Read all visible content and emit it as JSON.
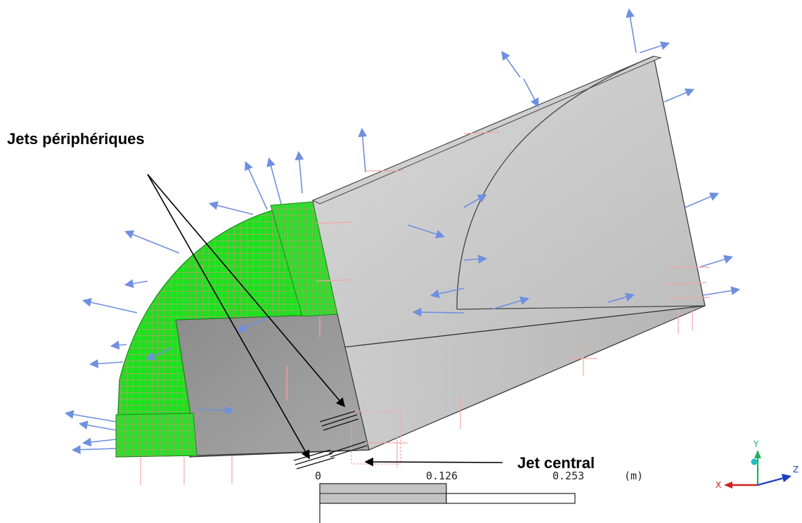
{
  "labels": {
    "peripheral_jets": "Jets  périphériques",
    "central_jet": "Jet central"
  },
  "scale_bar": {
    "ticks": [
      "0",
      "0.126",
      "0.253"
    ],
    "unit": "(m)"
  },
  "triad": {
    "x": "X",
    "y": "Y",
    "z": "Z"
  },
  "colors": {
    "mesh_face": "#00e000",
    "mesh_lines": "#ff8fa3",
    "body_face": "#c8c8c8",
    "inner_face": "#9a9a9a",
    "arrow_blue": "#6f8fe0",
    "arrow_pink": "#f4a6a6",
    "axis_x": "#d02020",
    "axis_y": "#20b060",
    "axis_z": "#2040c0"
  }
}
